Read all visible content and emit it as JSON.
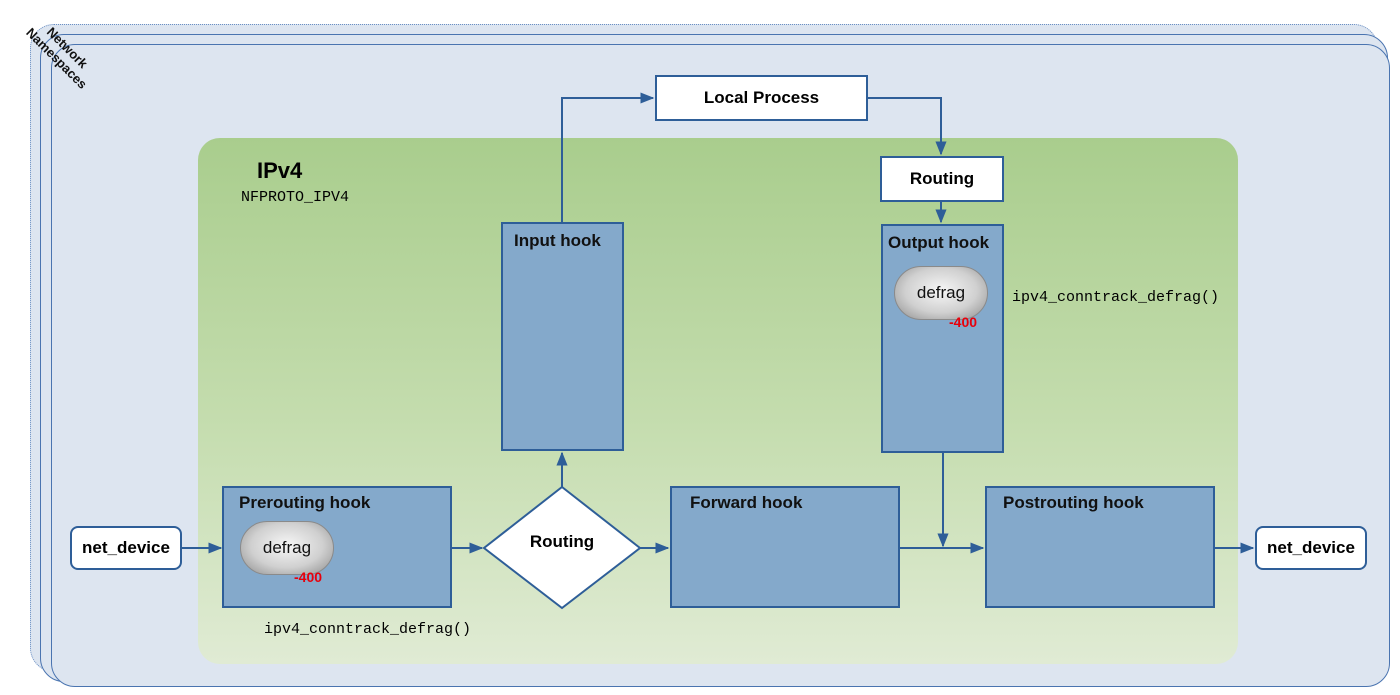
{
  "namespaces_label": "Network Namespaces",
  "ipv4": {
    "title": "IPv4",
    "proto": "NFPROTO_IPV4"
  },
  "nodes": {
    "net_device_in": "net_device",
    "net_device_out": "net_device",
    "local_process": "Local Process",
    "routing_output": "Routing",
    "routing_forward": "Routing"
  },
  "hooks": {
    "prerouting": "Prerouting hook",
    "input": "Input hook",
    "forward": "Forward hook",
    "output": "Output hook",
    "postrouting": "Postrouting hook"
  },
  "defrag_prerouting": {
    "label": "defrag",
    "priority": "-400",
    "function": "ipv4_conntrack_defrag()"
  },
  "defrag_output": {
    "label": "defrag",
    "priority": "-400",
    "function": "ipv4_conntrack_defrag()"
  },
  "colors": {
    "line": "#2e5e98",
    "hook_fill": "#84a9cb",
    "priority": "#e8000b"
  }
}
